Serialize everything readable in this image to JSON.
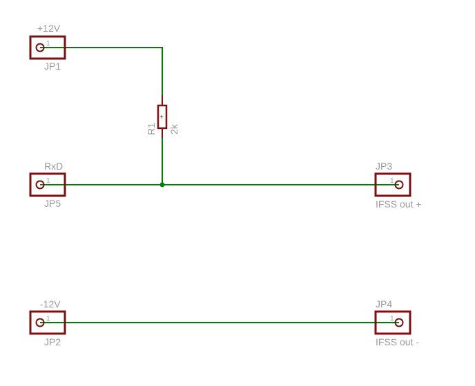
{
  "colors": {
    "wire": "#008000",
    "component": "#7a1010",
    "label": "#9a9a9a",
    "background": "#ffffff"
  },
  "connectors": [
    {
      "id": "jp1",
      "name": "JP1",
      "value": "+12V",
      "pin": "1"
    },
    {
      "id": "jp5",
      "name": "JP5",
      "value": "RxD",
      "pin": "1"
    },
    {
      "id": "jp2",
      "name": "JP2",
      "value": "-12V",
      "pin": "1"
    },
    {
      "id": "jp3",
      "name": "JP3",
      "value": "IFSS out +",
      "pin": "1"
    },
    {
      "id": "jp4",
      "name": "JP4",
      "value": "IFSS out -",
      "pin": "1"
    }
  ],
  "resistor": {
    "name": "R1",
    "value": "2k",
    "pin_mark": "+"
  }
}
